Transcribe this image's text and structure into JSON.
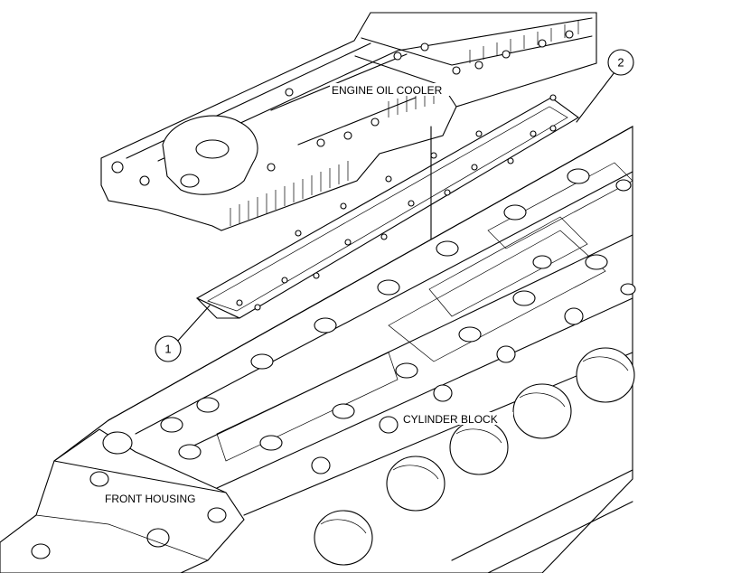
{
  "labels": {
    "engine_oil_cooler": "ENGINE OIL COOLER",
    "cylinder_block": "CYLINDER BLOCK",
    "front_housing": "FRONT HOUSING"
  },
  "callouts": {
    "item_1": "1",
    "item_2": "2"
  }
}
